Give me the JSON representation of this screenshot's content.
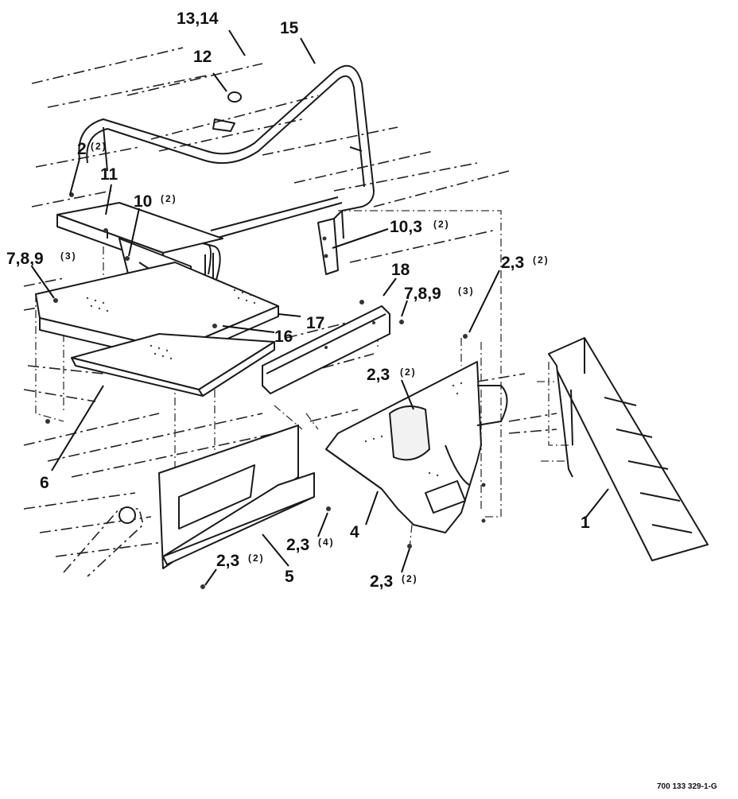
{
  "callouts": [
    {
      "num": "13,14",
      "qty": ""
    },
    {
      "num": "15",
      "qty": ""
    },
    {
      "num": "12",
      "qty": ""
    },
    {
      "num": "2",
      "qty": "(2)"
    },
    {
      "num": "11",
      "qty": ""
    },
    {
      "num": "10",
      "qty": "(2)"
    },
    {
      "num": "10,3",
      "qty": "(2)"
    },
    {
      "num": "7,8,9",
      "qty": "(3)"
    },
    {
      "num": "18",
      "qty": ""
    },
    {
      "num": "7,8,9",
      "qty": "(3)"
    },
    {
      "num": "2,3",
      "qty": "(2)"
    },
    {
      "num": "17",
      "qty": ""
    },
    {
      "num": "16",
      "qty": ""
    },
    {
      "num": "2,3",
      "qty": "(2)"
    },
    {
      "num": "6",
      "qty": ""
    },
    {
      "num": "1",
      "qty": ""
    },
    {
      "num": "4",
      "qty": ""
    },
    {
      "num": "2,3",
      "qty": "(4)"
    },
    {
      "num": "2,3",
      "qty": "(2)"
    },
    {
      "num": "5",
      "qty": ""
    },
    {
      "num": "2,3",
      "qty": "(2)"
    }
  ],
  "figure_number": "700 133 329-1-G",
  "colors": {
    "ink": "#1a1a1a",
    "paper": "#ffffff"
  }
}
